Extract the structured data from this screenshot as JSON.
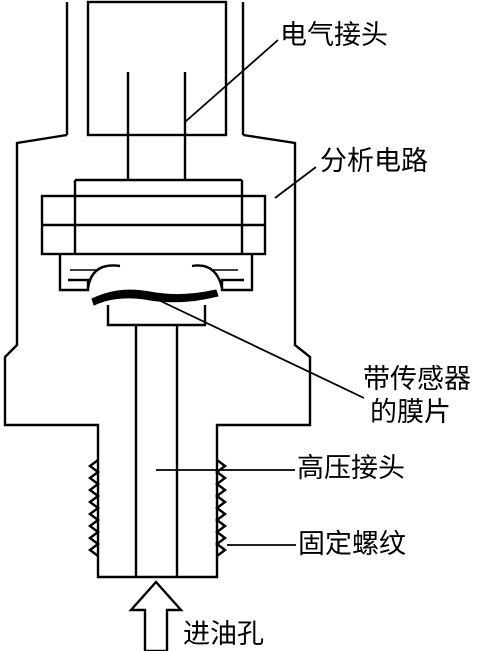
{
  "diagram": {
    "labels": {
      "electrical_connector": "电气接头",
      "analysis_circuit": "分析电路",
      "sensor_membrane_line1": "带传感器",
      "sensor_membrane_line2": "的膜片",
      "high_pressure_fitting": "高压接头",
      "mounting_thread": "固定螺纹",
      "oil_inlet": "进油孔"
    }
  }
}
